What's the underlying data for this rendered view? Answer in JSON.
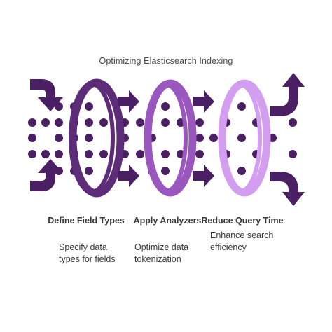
{
  "title": "Optimizing Elasticsearch Indexing",
  "colors": {
    "ring_1": "#5e2d79",
    "ring_2": "#9a57bd",
    "ring_3": "#d39ef0",
    "dot": "#4a1f63",
    "arrow": "#4a1f63"
  },
  "steps": [
    {
      "title": "Define Field Types",
      "description": "Specify data types for fields"
    },
    {
      "title": "Apply Analyzers",
      "description": "Optimize data tokenization"
    },
    {
      "title": "Reduce Query Time",
      "description": "Enhance search efficiency"
    }
  ]
}
